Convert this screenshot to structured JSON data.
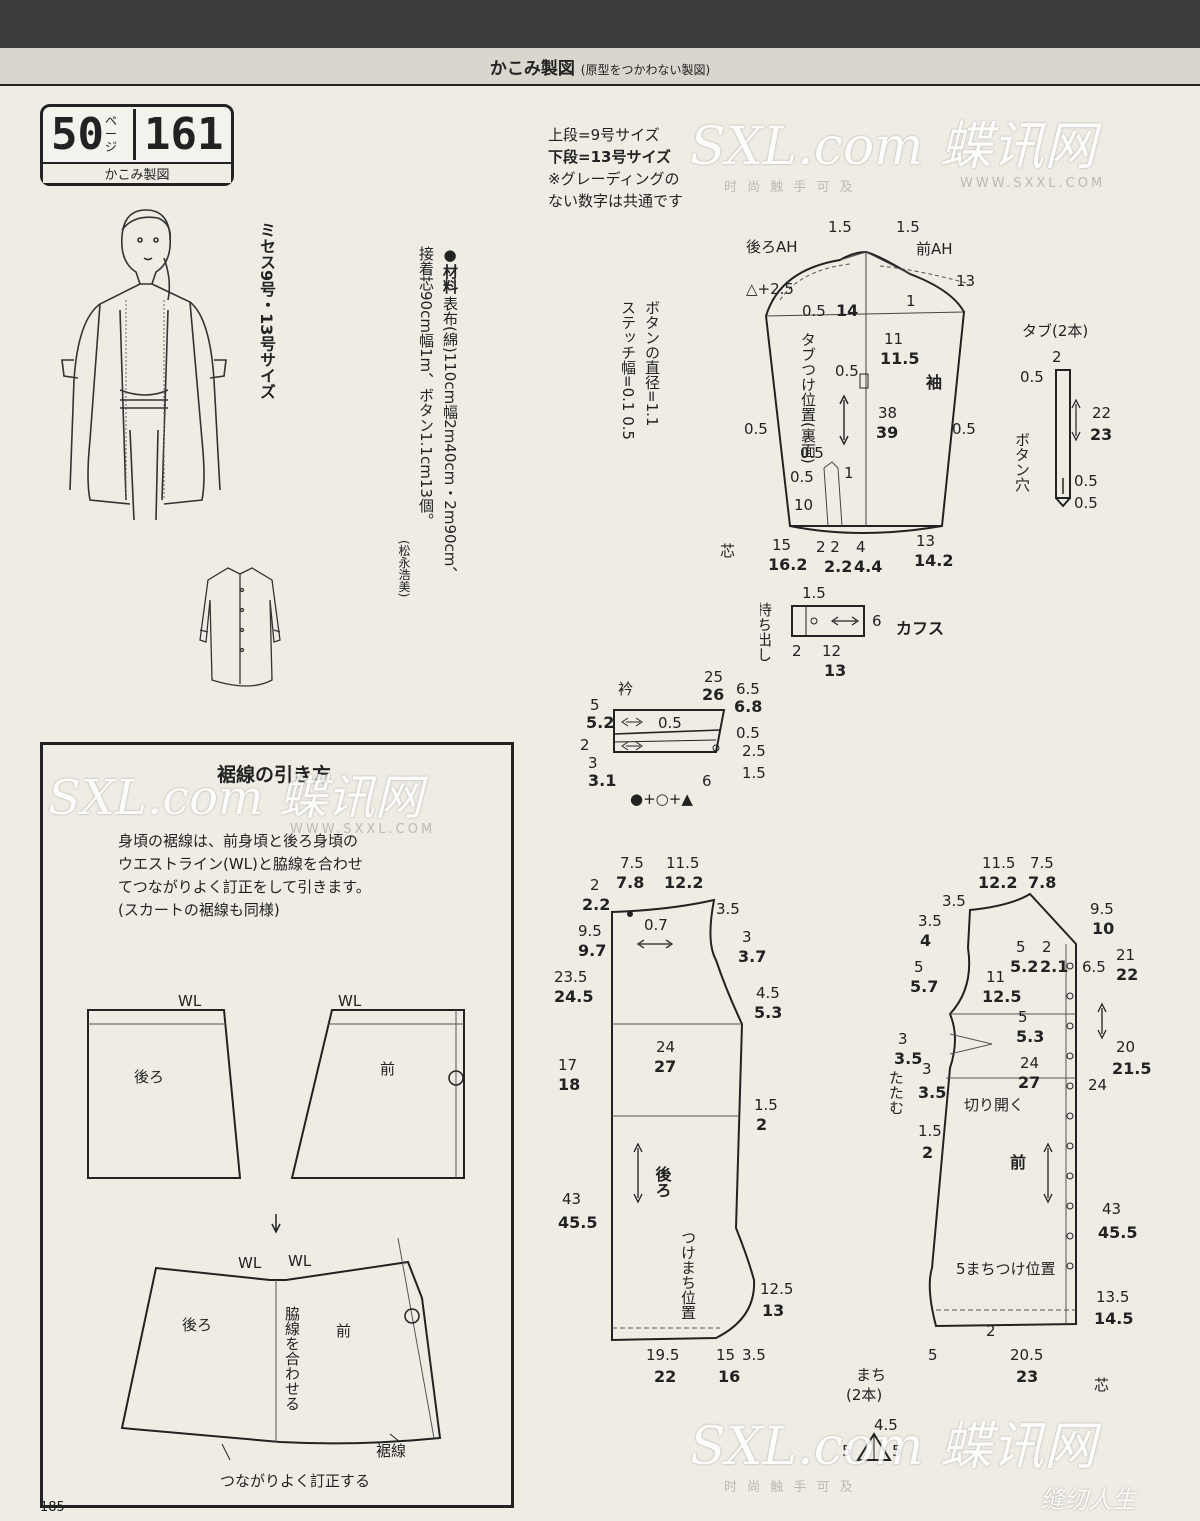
{
  "header": {
    "title": "かこみ製図",
    "subtitle": "(原型をつかわない製図)"
  },
  "page_ref": {
    "ref_number": "50",
    "ref_unit": "ページ",
    "item_number": "161",
    "label": "かこみ製図"
  },
  "size_label": "ミセス9号・13号サイズ",
  "materials": {
    "heading": "●材料",
    "fabric": "表布(綿)110cm幅2m40cm・2m90cm、",
    "interfacing": "接着芯90cm幅1m、ボタン1.1cm13個。",
    "designer": "(松永浩美)"
  },
  "button_note": {
    "diameter": "ボタンの直径=1.1",
    "stitch": "ステッチ幅=0.1 0.5"
  },
  "size_note": {
    "upper": "上段=9号サイズ",
    "lower": "下段=13号サイズ",
    "grading_1": "※グレーディングの",
    "grading_2": "ない数字は共通です"
  },
  "panel": {
    "title": "裾線の引き方",
    "desc_1": "身頃の裾線は、前身頃と後ろ身頃の",
    "desc_2": "ウエストライン(WL)と脇線を合わせ",
    "desc_3": "てつながりよく訂正をして引きます。",
    "desc_4": "(スカートの裾線も同様)",
    "wl": "WL",
    "back": "後ろ",
    "front": "前",
    "side_seam": "脇線を合わせる",
    "hem": "裾線",
    "fix": "つながりよく訂正する"
  },
  "sleeve": {
    "back_ah": "後ろAH",
    "front_ah": "前AH",
    "name": "袖",
    "tab_pos": "タブつけ位置(裏面)",
    "d_15a": "1.5",
    "d_15b": "1.5",
    "d_25": "△+2.5",
    "d_13": "13",
    "d_05a": "0.5",
    "d_14": "14",
    "d_1": "1",
    "d_11": "11",
    "d_115": "11.5",
    "d_05b": "0.5",
    "d_38": "38",
    "d_39": "39",
    "d_05c": "0.5",
    "d_05d": "0.5",
    "d_05e": "0.5",
    "d_05f": "0.5",
    "d_1b": "1",
    "d_10": "10",
    "b_15": "15",
    "b_162": "16.2",
    "b_22": "2 2",
    "b_224": "2.2",
    "b_4": "4",
    "b_44": "4.4",
    "b_13": "13",
    "b_142": "14.2",
    "shin": "芯"
  },
  "tab": {
    "title": "タブ(2本)",
    "w": "2",
    "l": "0.5",
    "len1": "22",
    "len2": "23",
    "hole": "ボタン穴",
    "b1": "0.5",
    "b2": "0.5"
  },
  "cuffs": {
    "title": "カフス",
    "extension": "持ち出し",
    "d_15": "1.5",
    "d_6": "6",
    "d_2": "2",
    "d_12": "12",
    "d_13": "13"
  },
  "collar": {
    "title": "衿",
    "d_25": "25",
    "d_26": "26",
    "d_65": "6.5",
    "d_68": "6.8",
    "d_5": "5",
    "d_52": "5.2",
    "d_05": "0.5",
    "d_05b": "0.5",
    "d_2": "2",
    "d_25b": "2.5",
    "d_31": "3",
    "d_31b": "3.1",
    "d_6": "6",
    "d_15": "1.5",
    "legend": "●+○+▲"
  },
  "back_body": {
    "name": "後ろ",
    "d_75": "7.5",
    "d_78": "7.8",
    "d_115": "11.5",
    "d_122": "12.2",
    "d_2": "2",
    "d_22": "2.2",
    "d_07": "0.7",
    "d_35": "3.5",
    "d_95": "9.5",
    "d_97": "9.7",
    "d_3": "3",
    "d_37": "3.7",
    "d_235": "23.5",
    "d_245": "24.5",
    "d_45": "4.5",
    "d_53": "5.3",
    "d_24": "24",
    "d_27": "27",
    "d_17": "17",
    "d_18": "18",
    "d_15": "1.5",
    "d_2b": "2",
    "d_43": "43",
    "d_455": "45.5",
    "gusset": "つけまち位置",
    "d_125": "12.5",
    "d_13": "13",
    "d_195": "19.5",
    "d_22b": "22",
    "d_15b": "15",
    "d_35b": "3.5",
    "d_16": "16"
  },
  "front_body": {
    "name": "前",
    "d_115": "11.5",
    "d_122": "12.2",
    "d_75": "7.5",
    "d_78": "7.8",
    "d_35": "3.5",
    "d_95": "9.5",
    "d_10": "10",
    "d_35b": "3.5",
    "d_4": "4",
    "d_5": "5",
    "d_52": "5.2",
    "d_2": "2",
    "d_21": "2.1",
    "d_65": "6.5",
    "d_21b": "21",
    "d_22": "22",
    "d_5b": "5",
    "d_57": "5.7",
    "d_11": "11",
    "d_125": "12.5",
    "d_5c": "5",
    "d_53": "5.3",
    "d_20": "20",
    "d_215": "21.5",
    "d_3": "3",
    "d_35c": "3.5",
    "fold": "たたむ",
    "d_3b": "3",
    "d_35d": "3.5",
    "d_24": "24",
    "d_27": "27",
    "d_24b": "24",
    "cut": "切り開く",
    "d_15": "1.5",
    "d_2b": "2",
    "d_43": "43",
    "d_455": "45.5",
    "gusset": "5まちつけ位置",
    "d_135": "13.5",
    "d_145": "14.5",
    "d_2c": "2",
    "d_5d": "5",
    "d_205": "20.5",
    "d_23": "23",
    "shin": "芯"
  },
  "gusset": {
    "title": "まち",
    "count": "(2本)",
    "d_45": "4.5",
    "d_5a": "5",
    "d_5b": "5"
  },
  "watermark": {
    "brand": "SXL.com 蝶讯网",
    "url": "WWW.SXXL.COM",
    "tagline": "时 尚 触 手 可 及",
    "corner": "缝纫人生"
  },
  "page_number": "185"
}
